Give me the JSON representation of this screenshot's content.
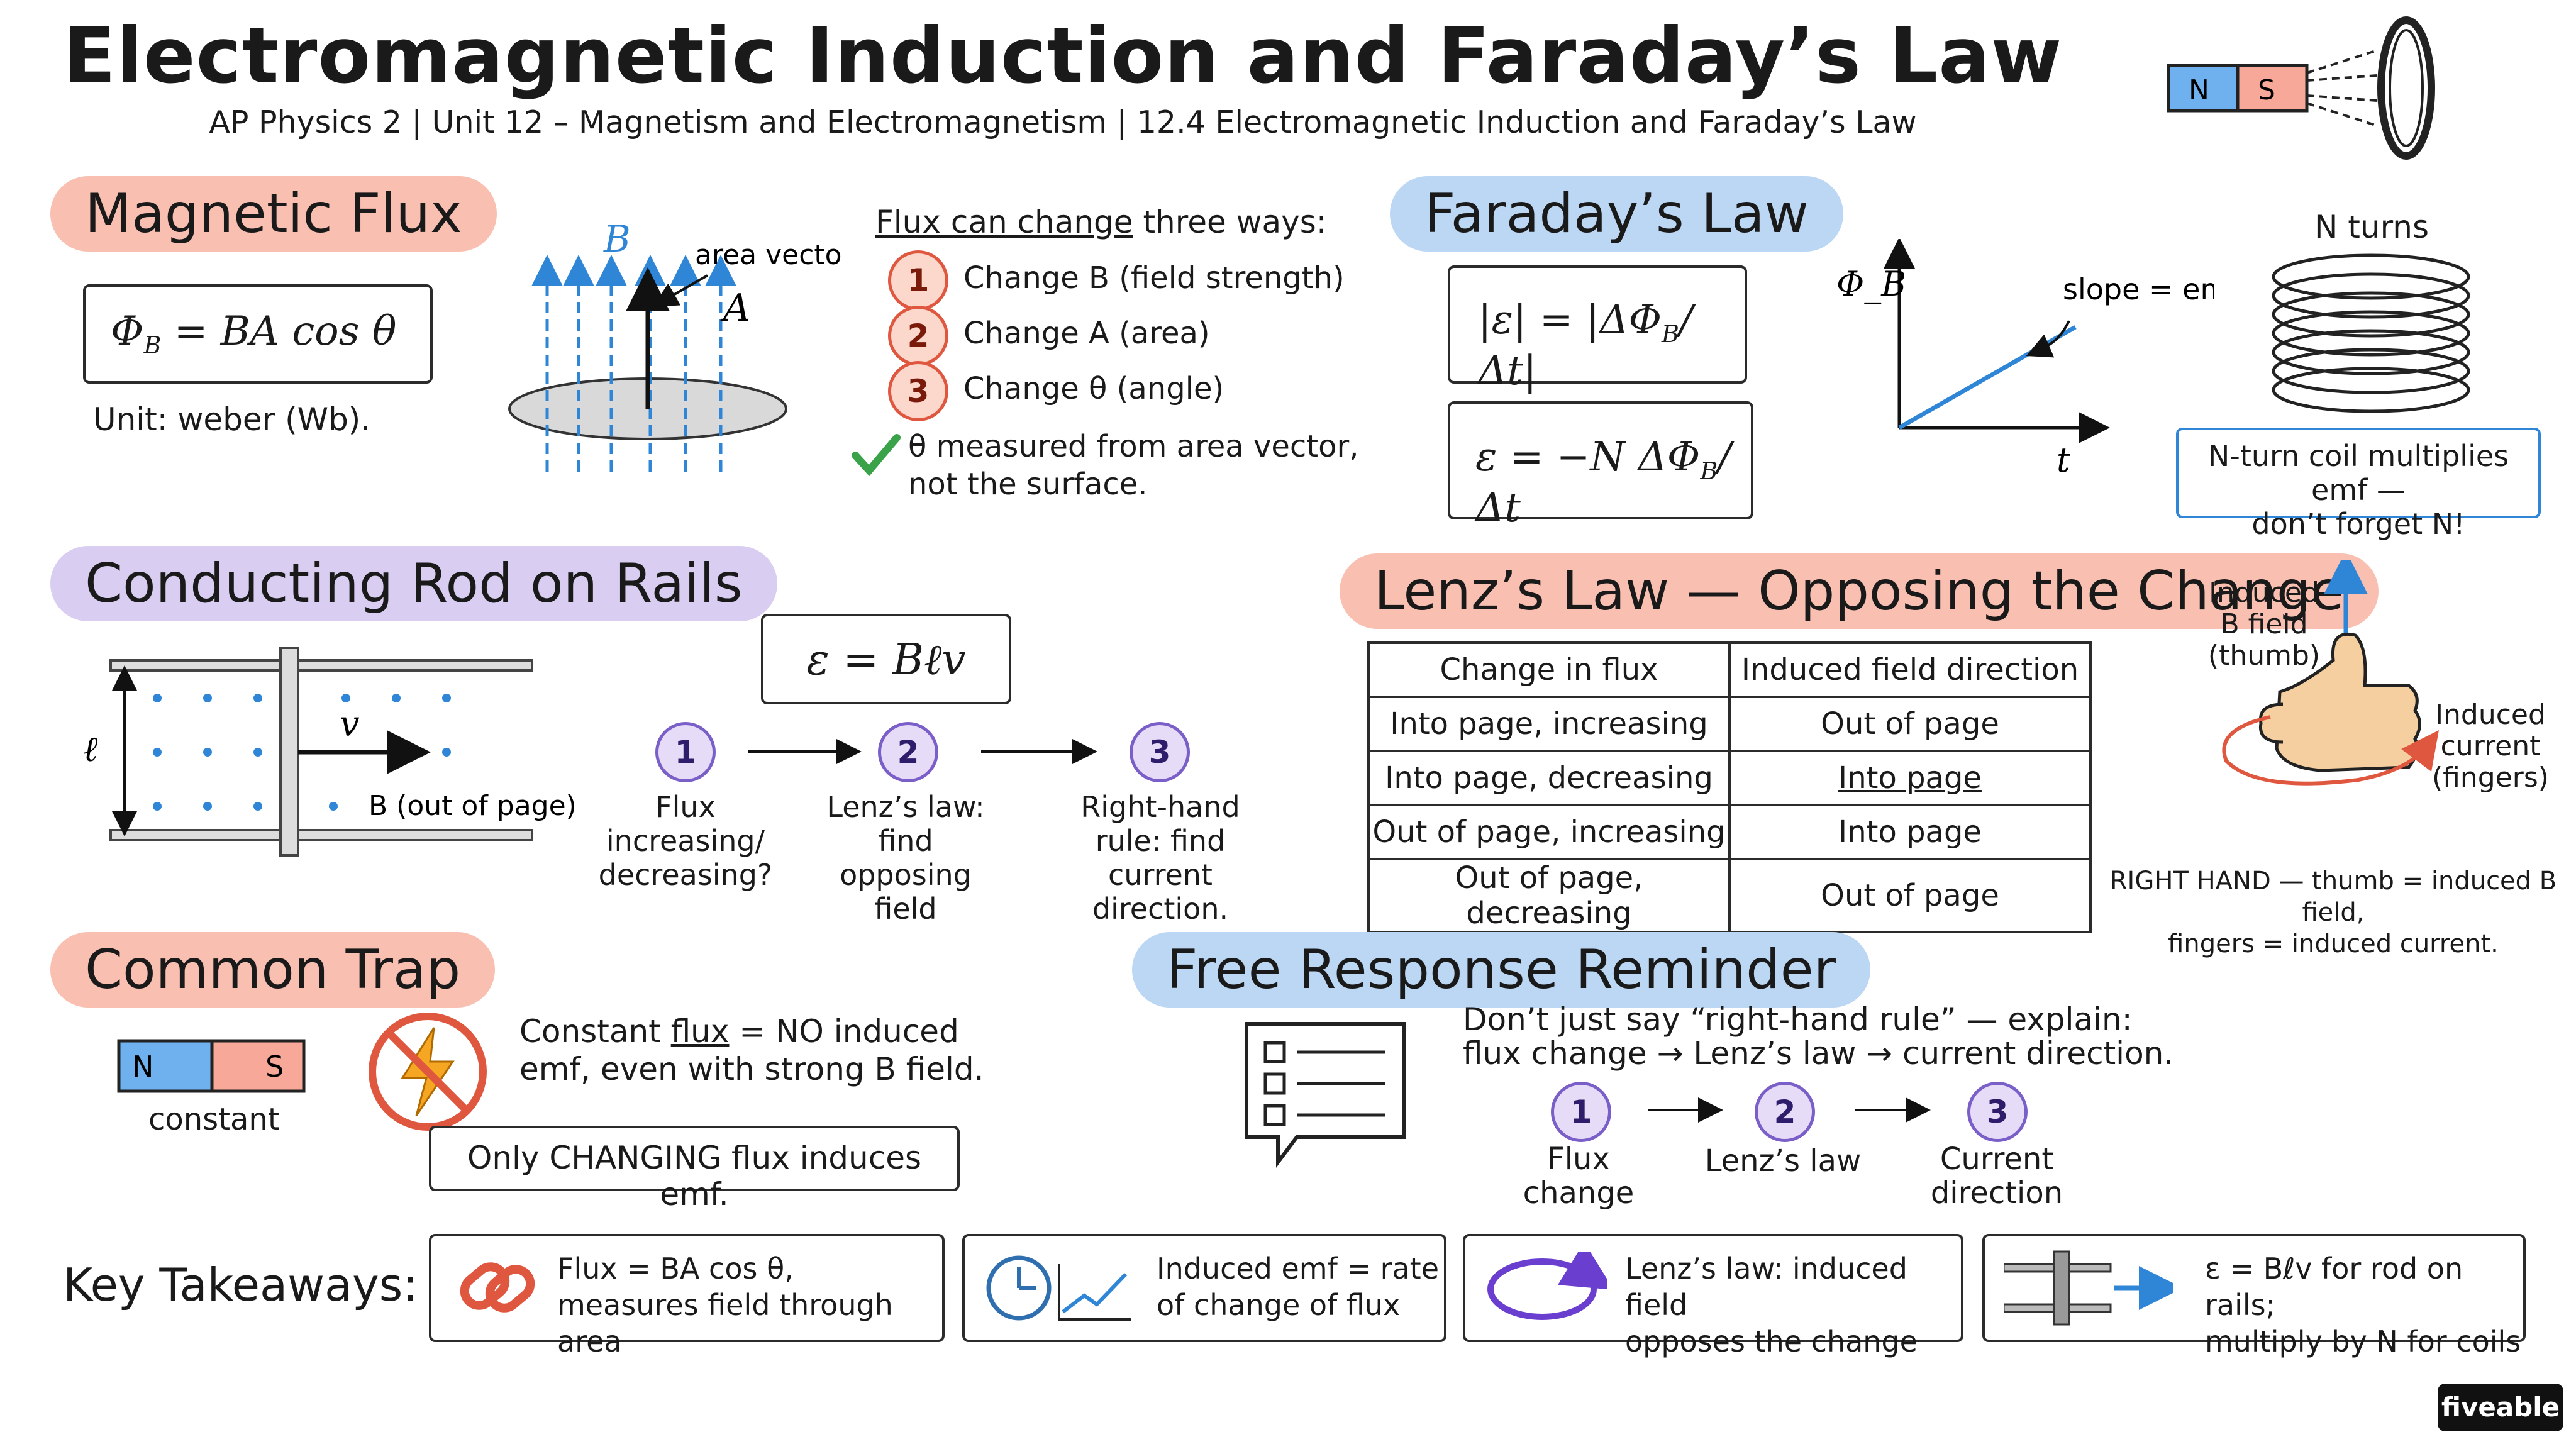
{
  "header": {
    "title": "Electromagnetic Induction and Faraday’s Law",
    "subtitle": "AP Physics 2 | Unit 12 – Magnetism and Electromagnetism | 12.4 Electromagnetic Induction and Faraday’s Law",
    "magnet_n": "N",
    "magnet_s": "S"
  },
  "magnetic_flux": {
    "heading": "Magnetic Flux",
    "formula": "Φ_B = BA cos θ",
    "unit": "Unit: weber (Wb).",
    "b_label": "B",
    "area_vector_label": "area vector",
    "a_label": "A",
    "ways_title_underlined": "Flux can change",
    "ways_title_rest": " three ways:",
    "ways": [
      {
        "num": "1",
        "text": "Change B (field strength)"
      },
      {
        "num": "2",
        "text": "Change A (area)"
      },
      {
        "num": "3",
        "text": "Change θ (angle)"
      }
    ],
    "note_line1": "θ measured from area vector,",
    "note_line2": "not the surface."
  },
  "faraday": {
    "heading": "Faraday’s Law",
    "formula1": "|ε| = |ΔΦ_B/Δt|",
    "formula2": "ε = −N ΔΦ_B/Δt",
    "graph_y": "Φ_B",
    "graph_x": "t",
    "slope_label": "slope = emf",
    "coil_label": "N turns",
    "coil_note_line1": "N-turn coil multiplies emf —",
    "coil_note_line2": "don’t forget N!"
  },
  "rod": {
    "heading": "Conducting Rod on Rails",
    "formula": "ε = Bℓv",
    "l_label": "ℓ",
    "v_label": "v",
    "b_label": "B (out of page)",
    "steps": [
      {
        "num": "1",
        "text": "Flux increasing/ decreasing?"
      },
      {
        "num": "2",
        "text": "Lenz’s law: find opposing field"
      },
      {
        "num": "3",
        "text": "Right-hand rule: find current direction."
      }
    ]
  },
  "lenz": {
    "heading": "Lenz’s Law — Opposing the Change",
    "col1": "Change in flux",
    "col2": "Induced field direction",
    "rows": [
      [
        "Into page, increasing",
        "Out of page"
      ],
      [
        "Into page, decreasing",
        "Into page"
      ],
      [
        "Out of page, increasing",
        "Into page"
      ],
      [
        "Out of page, decreasing",
        "Out of page"
      ]
    ],
    "hand_thumb": "Induced B field (thumb)",
    "hand_fingers": "Induced current (fingers)",
    "rule_line1": "RIGHT HAND — thumb = induced B field,",
    "rule_line2": "fingers = induced current."
  },
  "trap": {
    "heading": "Common Trap",
    "magnet_n": "N",
    "magnet_s": "S",
    "constant": "constant",
    "text_pre": "Constant ",
    "text_flux": "flux",
    "text_post": " = NO induced",
    "text_line2": "emf, even with strong B field.",
    "box": "Only CHANGING flux induces emf."
  },
  "frq": {
    "heading": "Free Response Reminder",
    "line1": "Don’t just say “right-hand rule” — explain:",
    "line2": "flux change → Lenz’s law → current direction.",
    "steps": [
      {
        "num": "1",
        "text": "Flux change"
      },
      {
        "num": "2",
        "text": "Lenz’s law"
      },
      {
        "num": "3",
        "text": "Current direction"
      }
    ]
  },
  "takeaways": {
    "label": "Key Takeaways:",
    "items": [
      {
        "line1": "Flux = BA cos θ,",
        "line2": "measures field through area",
        "icon": "chain-link-icon"
      },
      {
        "line1": "Induced emf = rate",
        "line2": "of change of flux",
        "icon": "clock-graph-icon"
      },
      {
        "line1": "Lenz’s law: induced field",
        "line2": "opposes the change",
        "icon": "loop-arrow-icon"
      },
      {
        "line1": "ε = Bℓv for rod on rails;",
        "line2": "multiply by N for coils",
        "icon": "rod-rails-icon"
      }
    ]
  },
  "brand": "fiveable",
  "colors": {
    "pink": "#f9c0b2",
    "blue": "#bcd7f4",
    "purple": "#d9cdf1",
    "accent_blue": "#2f86d6",
    "accent_red": "#e0573f"
  }
}
